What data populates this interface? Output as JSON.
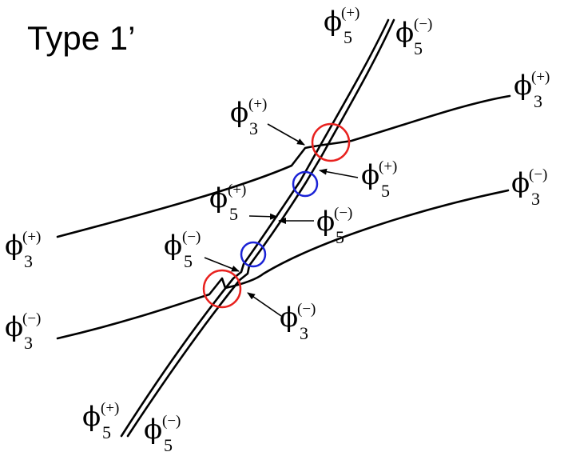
{
  "title": "Type 1’",
  "labels": {
    "phi": "ϕ",
    "sub3": "3",
    "sub5": "5",
    "plus": "(+)",
    "minus": "(−)"
  },
  "colors": {
    "red_circle": "#e8211e",
    "blue_circle": "#1a22d6",
    "line": "#000000"
  }
}
